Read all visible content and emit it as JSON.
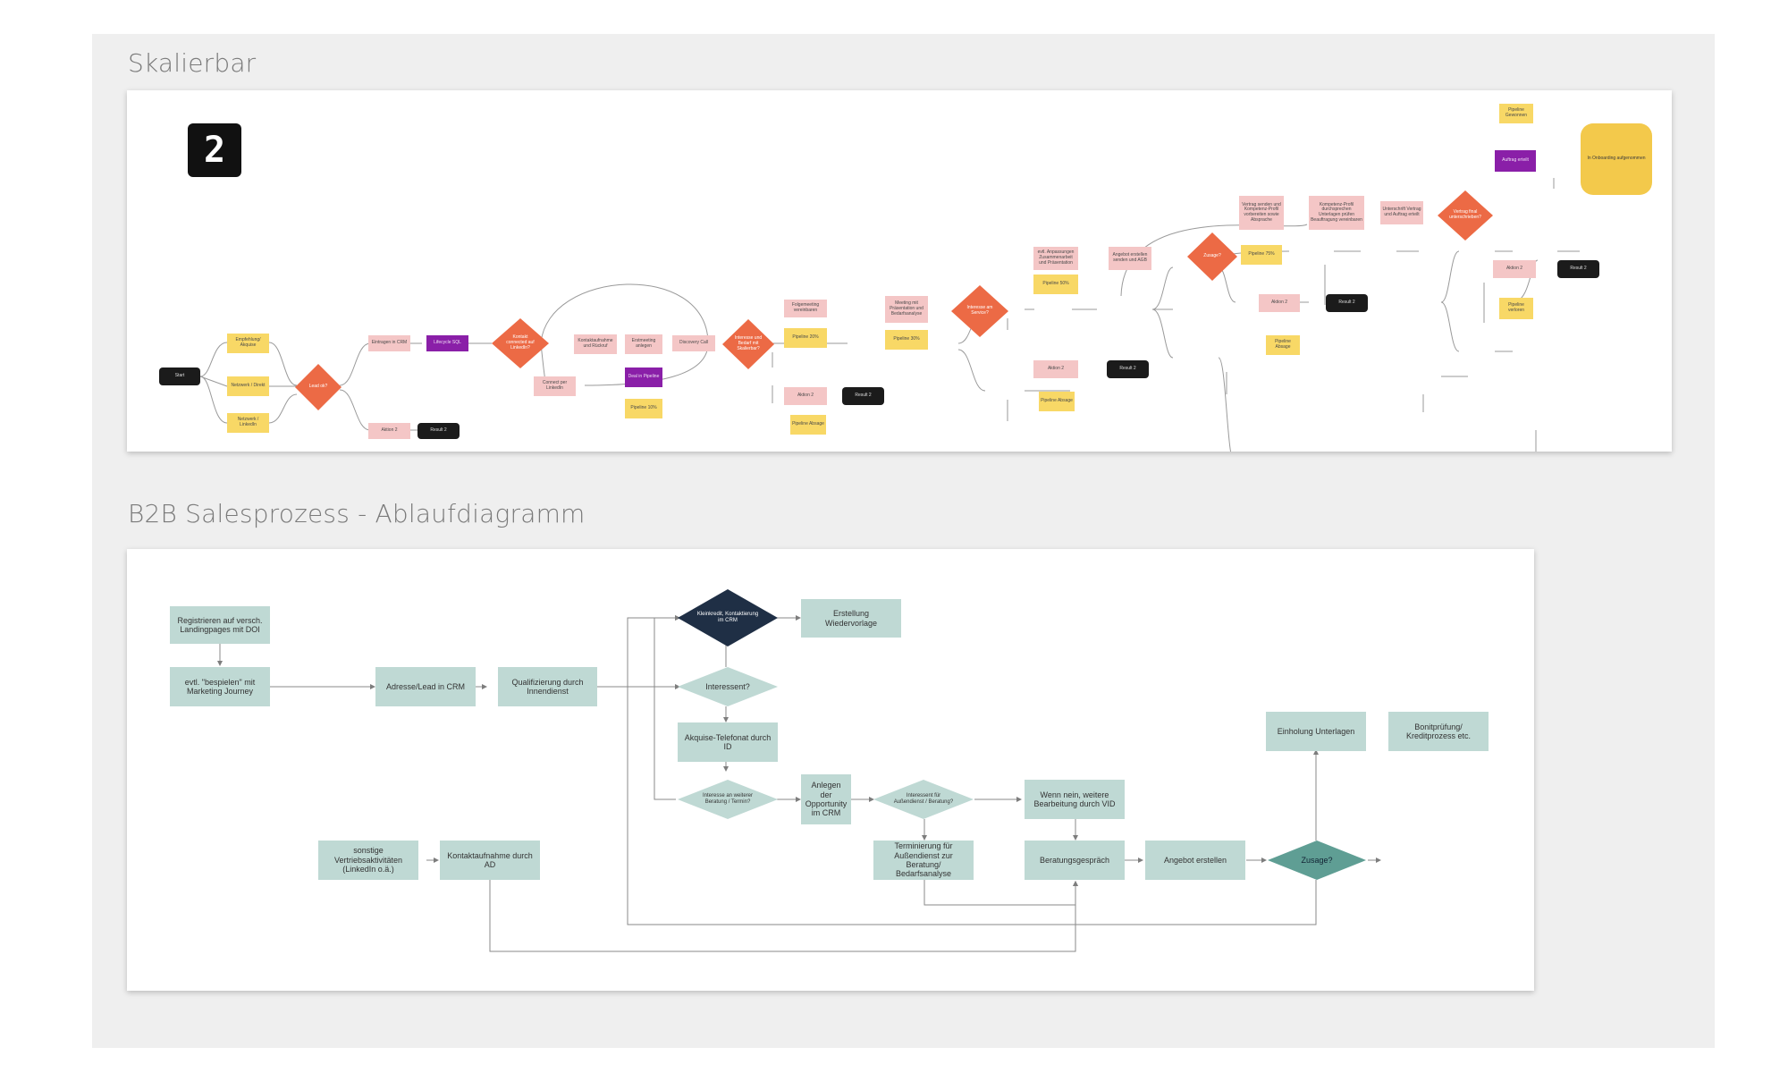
{
  "sections": {
    "top_title": "Skalierbar",
    "bottom_title": "B2B Salesprozess - Ablaufdiagramm"
  },
  "logo": {
    "text": "2",
    "bg": "#111111"
  },
  "colors": {
    "pink": "#f4c6c6",
    "yellow": "#f8d866",
    "purple": "#8a1fa8",
    "orange": "#ec6a45",
    "black": "#1b1b1b",
    "teal_light": "#bfd9d4",
    "teal_dark": "#5f9e94",
    "navy": "#1f2f45",
    "canvas": "#efefef"
  },
  "top": {
    "start": "Start",
    "src1": "Empfehlung/ Akquise",
    "src2": "Netzwerk / Direkt",
    "src3": "Netzwerk / LinkedIn",
    "d1": "Lead ok?",
    "p1": "Eintragen in CRM",
    "u1": "Lifecycle SQL",
    "a1": "Aktion 2",
    "r1": "Result 2",
    "d2": "Kontakt connected auf LinkedIn?",
    "p2": "Connect per LinkedIn",
    "p3": "Kontaktaufnahme und Rückruf",
    "p4": "Erstmeeting anlegen",
    "u2": "Deal in Pipeline",
    "y1": "Pipeline 10%",
    "p5": "Discovery Call",
    "d3": "Interesse und Bedarf mit Skalierbar?",
    "p6": "Folgemeeting vereinbaren",
    "y2": "Pipeline 20%",
    "p7": "Aktion 2",
    "r2": "Result 2",
    "y3": "Pipeline Absage",
    "p8": "Meeting mit Präsentation und Bedarfsanalyse",
    "y4": "Pipeline 30%",
    "d4": "Interesse am Service?",
    "p9": "evtl. Anpassungen Zusammenarbeit und Präsentation",
    "y5": "Pipeline 50%",
    "p10": "Angebot erstellen senden und AGB",
    "p11": "Aktion 2",
    "r3": "Result 2",
    "y6": "Pipeline Absage",
    "d5": "Zusage?",
    "p12": "Vertrag senden und Kompetenz-Profil vorbereiten sowie Absprache",
    "y7": "Pipeline 75%",
    "p13": "Aktion 2",
    "r4": "Result 2",
    "y8": "Pipeline Absage",
    "p14": "Kompetenz-Profil durchsprechen Unterlagen prüfen Beauftragung vereinbaren",
    "p15": "Unterschrift Vertrag und Auftrag erteilt",
    "d6": "Vertrag final unterschrieben?",
    "u3": "Auftrag erteilt",
    "y9": "Pipeline Gewonnen",
    "end": "In Onboarding aufgenommen",
    "p16": "Aktion 2",
    "r5": "Result 2",
    "y10": "Pipeline verloren"
  },
  "bottom": {
    "b1": "Registrieren auf versch. Landingpages mit DOI",
    "b2": "evtl. \"bespielen\" mit Marketing Journey",
    "b3": "Adresse/Lead in CRM",
    "b4": "Qualifizierung durch Innendienst",
    "dk": "Kleinkredit, Kontaktierung im CRM",
    "b5": "Erstellung Wiedervorlage",
    "d1": "Interessent?",
    "b6": "Akquise-Telefonat durch ID",
    "d2": "Interesse an weiterer Beratung / Termin?",
    "b7": "Anlegen der Opportunity im CRM",
    "d3": "Interessent für Außendienst / Beratung?",
    "b8": "Wenn nein, weitere Bearbeitung durch VID",
    "b9": "Terminierung für Außendienst zur Beratung/ Bedarfsanalyse",
    "b10": "Beratungsgespräch",
    "b11": "Angebot erstellen",
    "d4": "Zusage?",
    "b12": "Einholung Unterlagen",
    "b13": "Bonitprüfung/ Kreditprozess etc.",
    "b14": "sonstige Vertriebsaktivitäten (LinkedIn o.ä.)",
    "b15": "Kontaktaufnahme durch AD"
  }
}
